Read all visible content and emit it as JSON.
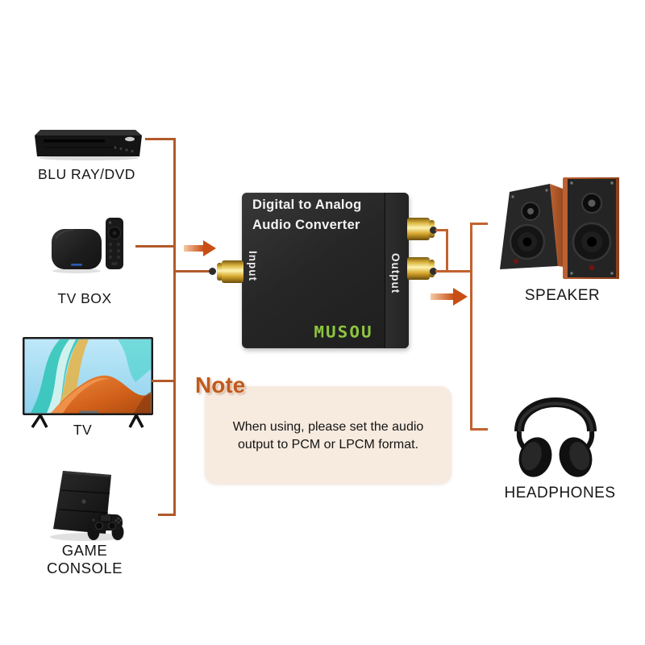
{
  "devices": {
    "bluray": {
      "label": "BLU RAY/DVD"
    },
    "tvbox": {
      "label": "TV BOX"
    },
    "tv": {
      "label": "TV"
    },
    "game_console": {
      "label": "GAME CONSOLE"
    },
    "speaker": {
      "label": "SPEAKER"
    },
    "headphones": {
      "label": "HEADPHONES"
    }
  },
  "converter": {
    "title_line1": "Digital to Analog",
    "title_line2": "Audio Converter",
    "port_input_label": "Input",
    "port_output_label": "Output",
    "brand": "MUSOU"
  },
  "note": {
    "heading": "Note",
    "body_line1": "When using, please set the audio",
    "body_line2": "output to PCM or LPCM format."
  },
  "colors": {
    "connector_line_left": "#b2592a",
    "connector_line_right": "#c2622f",
    "flow_arrow": "#c84e15",
    "note_heading": "#c05a1e",
    "note_background": "#f7eadf",
    "brand_green": "#8dc63f",
    "converter_body": "#262626",
    "jack_gold": "#e8c14d"
  }
}
